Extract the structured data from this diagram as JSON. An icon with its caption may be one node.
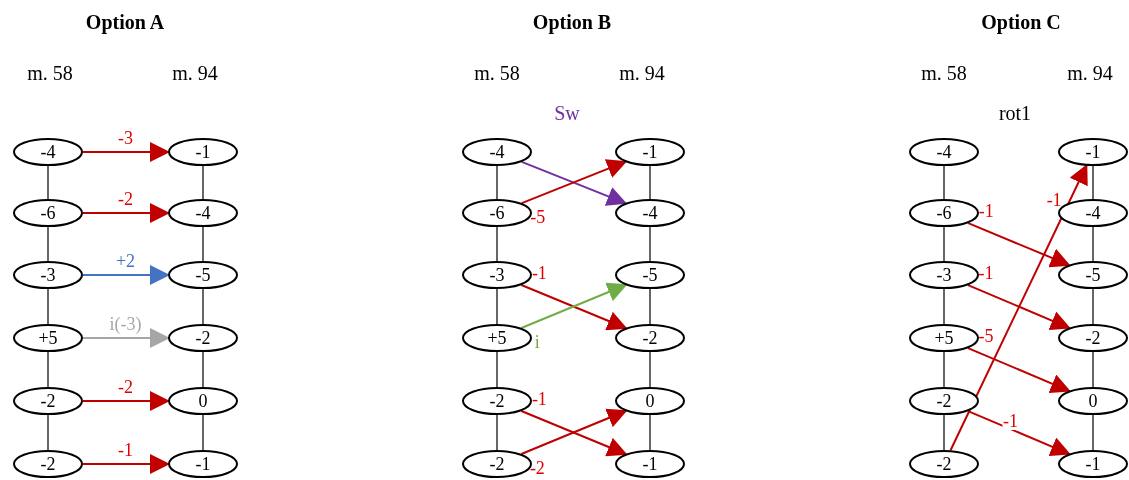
{
  "diagram": {
    "nodes": [
      {
        "text": [
          "-4"
        ]
      },
      {
        "text": [
          "-6"
        ]
      },
      {
        "text": [
          "-3"
        ]
      },
      {
        "text": [
          "+5"
        ]
      },
      {
        "text": [
          "-2"
        ]
      },
      {
        "text": [
          "-2"
        ]
      },
      {
        "text": [
          "-1"
        ]
      },
      {
        "text": [
          "-4"
        ]
      },
      {
        "text": [
          "-5"
        ]
      },
      {
        "text": [
          "-2"
        ]
      },
      {
        "text": [
          "0"
        ]
      },
      {
        "text": [
          "-1"
        ]
      },
      {
        "text": [
          "-4"
        ]
      },
      {
        "text": [
          "-6"
        ]
      },
      {
        "text": [
          "-3"
        ]
      },
      {
        "text": [
          "+5"
        ]
      },
      {
        "text": [
          "-2"
        ]
      },
      {
        "text": [
          "-2"
        ]
      },
      {
        "text": [
          "-1"
        ]
      },
      {
        "text": [
          "-4"
        ]
      },
      {
        "text": [
          "-5"
        ]
      },
      {
        "text": [
          "-2"
        ]
      },
      {
        "text": [
          "0"
        ]
      },
      {
        "text": [
          "-1"
        ]
      },
      {
        "text": [
          "-4"
        ]
      },
      {
        "text": [
          "-6"
        ]
      },
      {
        "text": [
          "-3"
        ]
      },
      {
        "text": [
          "+5"
        ]
      },
      {
        "text": [
          "-2"
        ]
      },
      {
        "text": [
          "-2"
        ]
      },
      {
        "text": [
          "-1"
        ]
      },
      {
        "text": [
          "-4"
        ]
      },
      {
        "text": [
          "-5"
        ]
      },
      {
        "text": [
          "-2"
        ]
      },
      {
        "text": [
          "0"
        ]
      },
      {
        "text": [
          "-1"
        ]
      }
    ],
    "edges": [
      {
        "from": 0,
        "to": 1,
        "arrow": "none"
      },
      {
        "from": 1,
        "to": 2,
        "arrow": "none"
      },
      {
        "from": 2,
        "to": 3,
        "arrow": "none"
      },
      {
        "from": 3,
        "to": 4,
        "arrow": "none"
      },
      {
        "from": 4,
        "to": 5,
        "arrow": "none"
      },
      {
        "from": 6,
        "to": 7,
        "arrow": "none"
      },
      {
        "from": 7,
        "to": 8,
        "arrow": "none"
      },
      {
        "from": 8,
        "to": 9,
        "arrow": "none"
      },
      {
        "from": 9,
        "to": 10,
        "arrow": "none"
      },
      {
        "from": 10,
        "to": 11,
        "arrow": "none"
      },
      {
        "from": 12,
        "to": 13,
        "arrow": "none"
      },
      {
        "from": 13,
        "to": 14,
        "arrow": "none"
      },
      {
        "from": 14,
        "to": 15,
        "arrow": "none"
      },
      {
        "from": 15,
        "to": 16,
        "arrow": "none"
      },
      {
        "from": 16,
        "to": 17,
        "arrow": "none"
      },
      {
        "from": 18,
        "to": 19,
        "arrow": "none"
      },
      {
        "from": 19,
        "to": 20,
        "arrow": "none"
      },
      {
        "from": 20,
        "to": 21,
        "arrow": "none"
      },
      {
        "from": 21,
        "to": 22,
        "arrow": "none"
      },
      {
        "from": 22,
        "to": 23,
        "arrow": "none"
      },
      {
        "from": 24,
        "to": 25,
        "arrow": "none"
      },
      {
        "from": 25,
        "to": 26,
        "arrow": "none"
      },
      {
        "from": 26,
        "to": 27,
        "arrow": "none"
      },
      {
        "from": 27,
        "to": 28,
        "arrow": "none"
      },
      {
        "from": 28,
        "to": 29,
        "arrow": "none"
      },
      {
        "from": 30,
        "to": 31,
        "arrow": "none"
      },
      {
        "from": 31,
        "to": 32,
        "arrow": "none"
      },
      {
        "from": 32,
        "to": 33,
        "arrow": "none"
      },
      {
        "from": 33,
        "to": 34,
        "arrow": "none"
      },
      {
        "from": 34,
        "to": 35,
        "arrow": "none"
      },
      {
        "from": 0,
        "to": 6,
        "arrow": "to",
        "label": "-3",
        "color": "#c00000"
      },
      {
        "from": 1,
        "to": 7,
        "arrow": "to",
        "label": "-2",
        "color": "#c00000"
      },
      {
        "from": 2,
        "to": 8,
        "arrow": "to",
        "label": "+2",
        "color": "#4472c4"
      },
      {
        "from": 3,
        "to": 9,
        "arrow": "to",
        "label": "i(-3)",
        "color": "#a6a6a6"
      },
      {
        "from": 4,
        "to": 10,
        "arrow": "to",
        "label": "-2",
        "color": "#c00000"
      },
      {
        "from": 5,
        "to": 11,
        "arrow": "to",
        "label": "-1",
        "color": "#c00000"
      },
      {
        "from": 12,
        "to": 19,
        "arrow": "to",
        "color": "#7030a0"
      },
      {
        "from": 13,
        "to": 18,
        "arrow": "to",
        "label": "-5",
        "color": "#c00000"
      },
      {
        "from": 14,
        "to": 21,
        "arrow": "to",
        "label": "-1",
        "color": "#c00000"
      },
      {
        "from": 15,
        "to": 20,
        "arrow": "to",
        "label": "i",
        "color": "#70ad47"
      },
      {
        "from": 16,
        "to": 23,
        "arrow": "to",
        "label": "-1",
        "color": "#c00000"
      },
      {
        "from": 17,
        "to": 22,
        "arrow": "to",
        "label": "-2",
        "color": "#c00000"
      },
      {
        "from": 25,
        "to": 32,
        "arrow": "to",
        "label": "-1",
        "color": "#c00000"
      },
      {
        "from": 26,
        "to": 33,
        "arrow": "to",
        "label": "-1",
        "color": "#c00000"
      },
      {
        "from": 27,
        "to": 34,
        "arrow": "to",
        "label": "-5",
        "color": "#c00000"
      },
      {
        "from": 28,
        "to": 35,
        "arrow": "to",
        "label": "-1",
        "color": "#c00000"
      },
      {
        "from": 29,
        "to": 30,
        "arrow": "to",
        "label": "-1",
        "color": "#c00000"
      }
    ],
    "labels": [
      "Option A",
      "Option B",
      "Option C",
      "m. 58",
      "m. 94",
      "m. 58",
      "m. 94",
      "m. 58",
      "m. 94",
      "Sw",
      "rot1"
    ]
  }
}
